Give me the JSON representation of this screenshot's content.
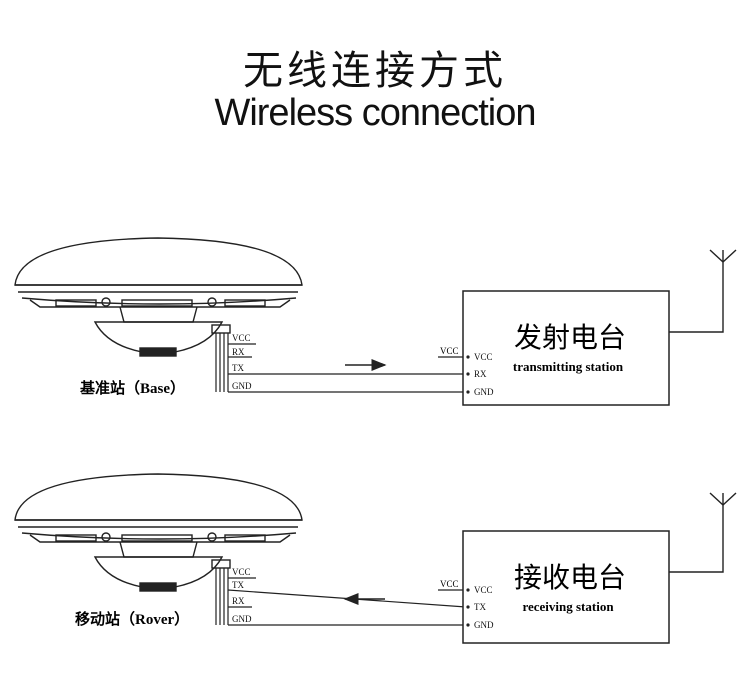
{
  "title": {
    "chinese": "无线连接方式",
    "english": "Wireless connection"
  },
  "base": {
    "label": "基准站（Base）",
    "antenna_pins": [
      "VCC",
      "RX",
      "TX",
      "GND"
    ],
    "station_title": "发射电台",
    "station_subtitle": "transmitting station",
    "station_input": "VCC",
    "station_pins": [
      "VCC",
      "RX",
      "GND"
    ],
    "arrow_direction": "right"
  },
  "rover": {
    "label": "移动站（Rover）",
    "antenna_pins": [
      "VCC",
      "TX",
      "RX",
      "GND"
    ],
    "station_title": "接收电台",
    "station_subtitle": "receiving station",
    "station_input": "VCC",
    "station_pins": [
      "VCC",
      "TX",
      "GND"
    ],
    "arrow_direction": "left"
  },
  "colors": {
    "line": "#222222",
    "background": "#ffffff"
  }
}
